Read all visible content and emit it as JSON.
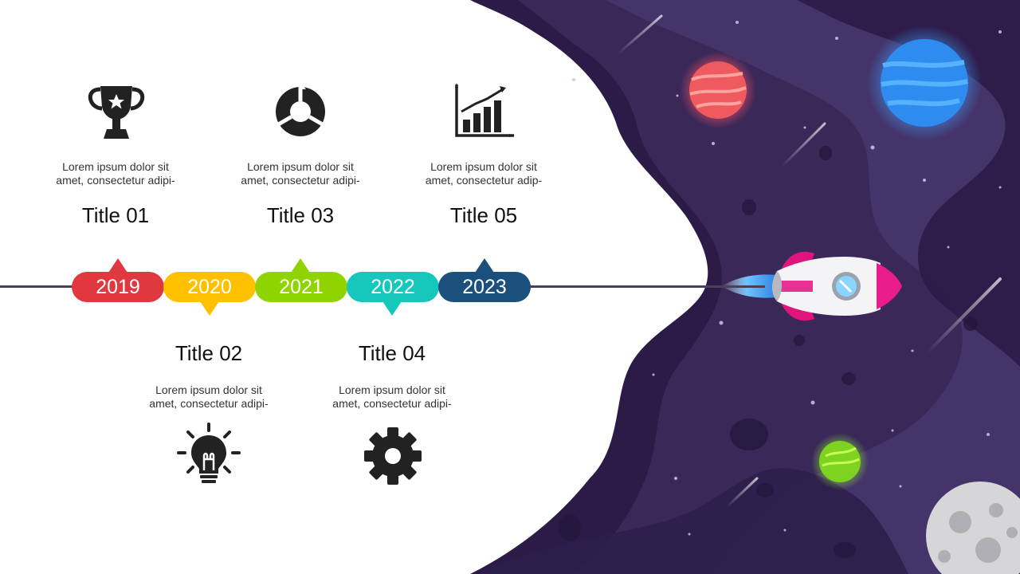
{
  "slide": {
    "items": [
      {
        "year": "2019",
        "title": "Title 01",
        "desc_line1": "Lorem ipsum dolor  sit",
        "desc_line2": "amet, consectetur adipi-",
        "icon": "trophy-icon",
        "color": "#e0383e",
        "position": "top"
      },
      {
        "year": "2020",
        "title": "Title 02",
        "desc_line1": "Lorem ipsum dolor  sit",
        "desc_line2": "amet, consectetur adipi-",
        "icon": "lightbulb-icon",
        "color": "#ffc000",
        "position": "bottom"
      },
      {
        "year": "2021",
        "title": "Title 03",
        "desc_line1": "Lorem ipsum dolor  sit",
        "desc_line2": "amet, consectetur adipi-",
        "icon": "cycle-icon",
        "color": "#8fd400",
        "position": "top"
      },
      {
        "year": "2022",
        "title": "Title 04",
        "desc_line1": "Lorem ipsum dolor  sit",
        "desc_line2": "amet, consectetur adipi-",
        "icon": "gear-icon",
        "color": "#17c7bb",
        "position": "bottom"
      },
      {
        "year": "2023",
        "title": "Title 05",
        "desc_line1": "Lorem ipsum dolor  sit",
        "desc_line2": "amet, consectetur adip-",
        "icon": "growth-chart-icon",
        "color": "#1b4f7c",
        "position": "top"
      }
    ],
    "theme": {
      "line_color": "#4a4058",
      "space_dark": "#2a1a45",
      "space_mid": "#3d2b5e",
      "space_light": "#4e3d70"
    }
  }
}
